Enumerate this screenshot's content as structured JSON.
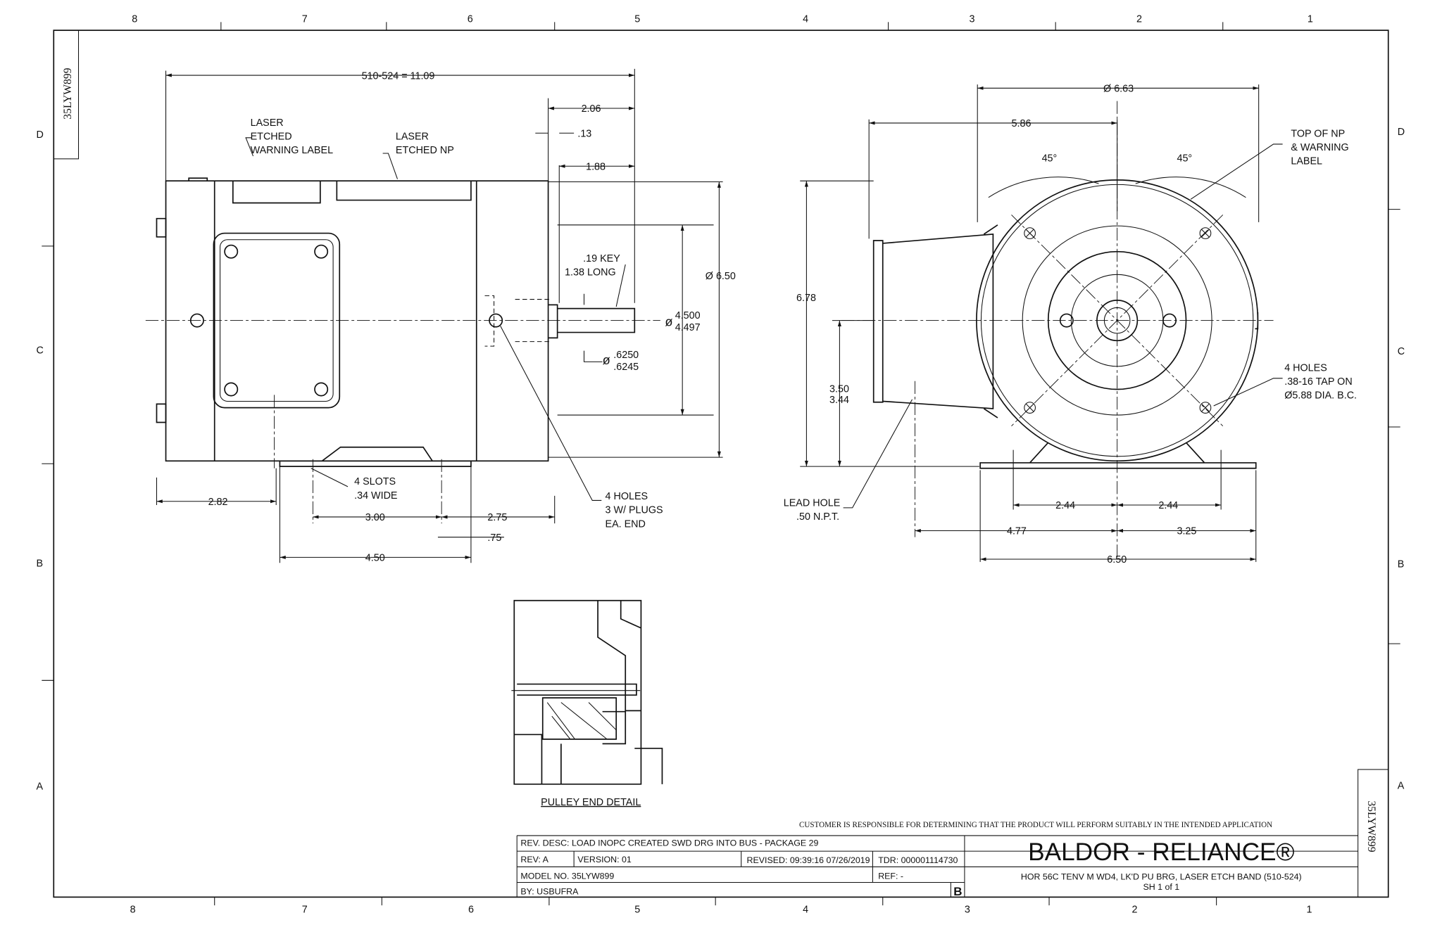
{
  "border": {
    "cols_top": [
      "8",
      "7",
      "6",
      "5",
      "4",
      "3",
      "2",
      "1"
    ],
    "rows": [
      "D",
      "C",
      "B",
      "A"
    ],
    "drawing_id": "35LYW899"
  },
  "side_view": {
    "overall_length": "510-524 = 11.09",
    "dim_206": "2.06",
    "dim_13": ".13",
    "dim_188": "1.88",
    "label_warning": [
      "LASER",
      "ETCHED",
      "WARNING LABEL"
    ],
    "label_np": [
      "LASER",
      "ETCHED NP"
    ],
    "key": [
      ".19 KEY",
      "1.38 LONG"
    ],
    "dia_650": "Ø 6.50",
    "pilot": [
      "4.500",
      "4.497"
    ],
    "shaft": [
      ".6250",
      ".6245"
    ],
    "dim_282": "2.82",
    "slots": [
      "4 SLOTS",
      ".34 WIDE"
    ],
    "dim_300": "3.00",
    "dim_275": "2.75",
    "dim_075": ".75",
    "dim_450": "4.50",
    "holes": [
      "4 HOLES",
      "3 W/ PLUGS",
      "EA. END"
    ]
  },
  "end_view": {
    "dia_663": "Ø 6.63",
    "dim_586": "5.86",
    "angle": "45°",
    "top_np": [
      "TOP OF NP",
      "& WARNING",
      "LABEL"
    ],
    "dim_678": "6.78",
    "height": [
      "3.50",
      "3.44"
    ],
    "tap_holes": [
      "4 HOLES",
      ".38-16 TAP ON",
      "Ø5.88 DIA. B.C."
    ],
    "lead_hole": [
      "LEAD HOLE",
      ".50 N.P.T."
    ],
    "dim_244": "2.44",
    "dim_477": "4.77",
    "dim_325": "3.25",
    "dim_650": "6.50"
  },
  "detail": {
    "title": "PULLEY END DETAIL"
  },
  "title_block": {
    "disclaimer": "CUSTOMER IS RESPONSIBLE FOR DETERMINING THAT THE PRODUCT WILL PERFORM SUITABLY IN THE INTENDED APPLICATION",
    "rev_desc": "REV. DESC: LOAD INOPC CREATED SWD DRG INTO BUS - PACKAGE 29",
    "rev": "REV:  A",
    "version": "VERSION:  01",
    "revised": "REVISED:  09:39:16 07/26/2019",
    "tdr": "TDR: 000001114730",
    "model": "MODEL NO.  35LYW899",
    "ref": "REF:  -",
    "by": "BY: USBUFRA",
    "size": "B",
    "brand": "BALDOR - RELIANCE®",
    "description": "HOR 56C TENV M WD4, LK'D PU BRG, LASER ETCH BAND (510-524)",
    "sheet": "SH 1 of 1"
  }
}
